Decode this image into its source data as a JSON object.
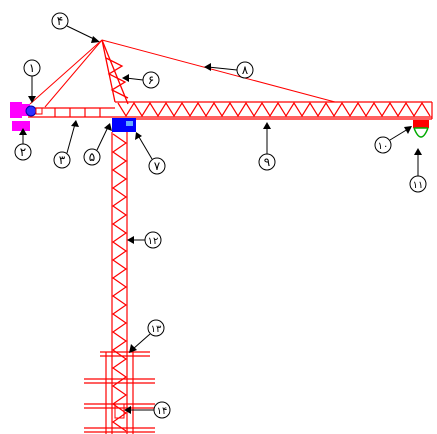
{
  "colors": {
    "structure": "#ff0000",
    "counterweight": "#ff00ff",
    "slewing_cab": "#0000ff",
    "hook": "#00aa00",
    "callout_line": "#000000"
  },
  "callouts": [
    {
      "id": "c1",
      "text": "۱"
    },
    {
      "id": "c2",
      "text": "۲"
    },
    {
      "id": "c3",
      "text": "۳"
    },
    {
      "id": "c4",
      "text": "۴"
    },
    {
      "id": "c5",
      "text": "۵"
    },
    {
      "id": "c6",
      "text": "۶"
    },
    {
      "id": "c7",
      "text": "۷"
    },
    {
      "id": "c8",
      "text": "۸"
    },
    {
      "id": "c9",
      "text": "۹"
    },
    {
      "id": "c10",
      "text": "۱۰"
    },
    {
      "id": "c11",
      "text": "۱۱"
    },
    {
      "id": "c12",
      "text": "۱۲"
    },
    {
      "id": "c13",
      "text": "۱۳"
    },
    {
      "id": "c14",
      "text": "۱۴"
    }
  ]
}
